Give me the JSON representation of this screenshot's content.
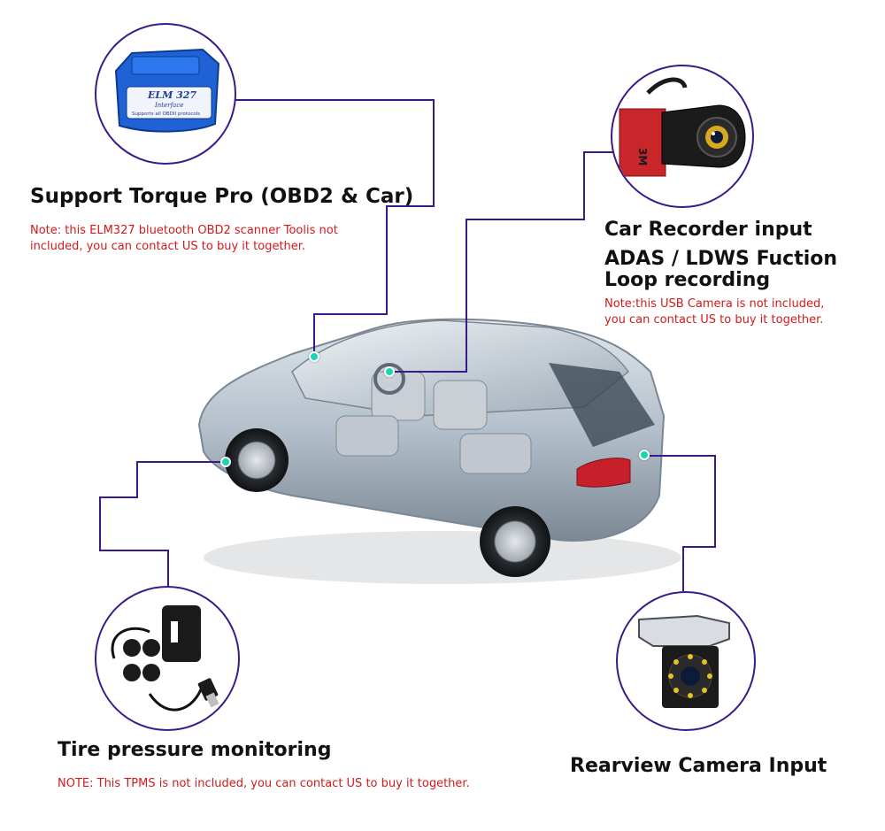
{
  "features": {
    "obd": {
      "title": "Support Torque Pro (OBD2 & Car)",
      "note_line1": "Note: this ELM327 bluetooth OBD2 scanner Toolis not",
      "note_line2": "included, you can contact US to buy it together.",
      "device_label_top": "ELM 327",
      "device_label_mid": "Interface",
      "device_label_bottom": "Supports all OBDII protocols"
    },
    "recorder": {
      "title_line1": "Car Recorder input",
      "title_line2": "ADAS / LDWS Fuction",
      "title_line3": "Loop recording",
      "note_line1": "Note:this USB Camera is not included,",
      "note_line2": "you can contact US to buy it together.",
      "device_label": "3M"
    },
    "tpms": {
      "title": "Tire pressure monitoring",
      "note": "NOTE: This TPMS is not included, you can contact US to buy it together."
    },
    "rearview": {
      "title": "Rearview Camera Input"
    }
  },
  "colors": {
    "connector": "#3a1a8a",
    "note": "#d21a1a",
    "dot": "#19d6b3",
    "obd_device": "#1e62d6",
    "car_body": "#b8c4cf"
  }
}
